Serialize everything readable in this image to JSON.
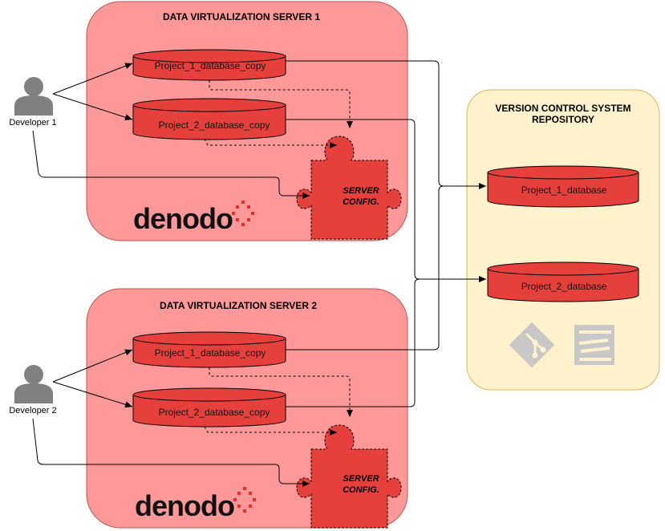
{
  "server1": {
    "title": "DATA VIRTUALIZATION SERVER 1",
    "db1_label": "Project_1_database_copy",
    "db2_label": "Project_2_database_copy",
    "config_line1": "SERVER",
    "config_line2": "CONFIG.",
    "logo": "denodo"
  },
  "server2": {
    "title": "DATA VIRTUALIZATION SERVER 2",
    "db1_label": "Project_1_database_copy",
    "db2_label": "Project_2_database_copy",
    "config_line1": "SERVER",
    "config_line2": "CONFIG.",
    "logo": "denodo"
  },
  "vcs": {
    "title_line1": "VERSION CONTROL SYSTEM",
    "title_line2": "REPOSITORY",
    "db1_label": "Project_1_database",
    "db2_label": "Project_2_database",
    "icons": [
      "git-icon",
      "subversion-icon"
    ]
  },
  "developers": [
    {
      "label": "Developer 1"
    },
    {
      "label": "Developer 2"
    }
  ],
  "colors": {
    "server_fill": "#ff9999",
    "server_stroke": "#b85450",
    "db_fill": "#e6403d",
    "vcs_fill": "#fff2cc",
    "vcs_stroke": "#d6b656",
    "person": "#808080",
    "logo_accent": "#e62e2e",
    "vcs_icon": "#c8c8c8"
  }
}
